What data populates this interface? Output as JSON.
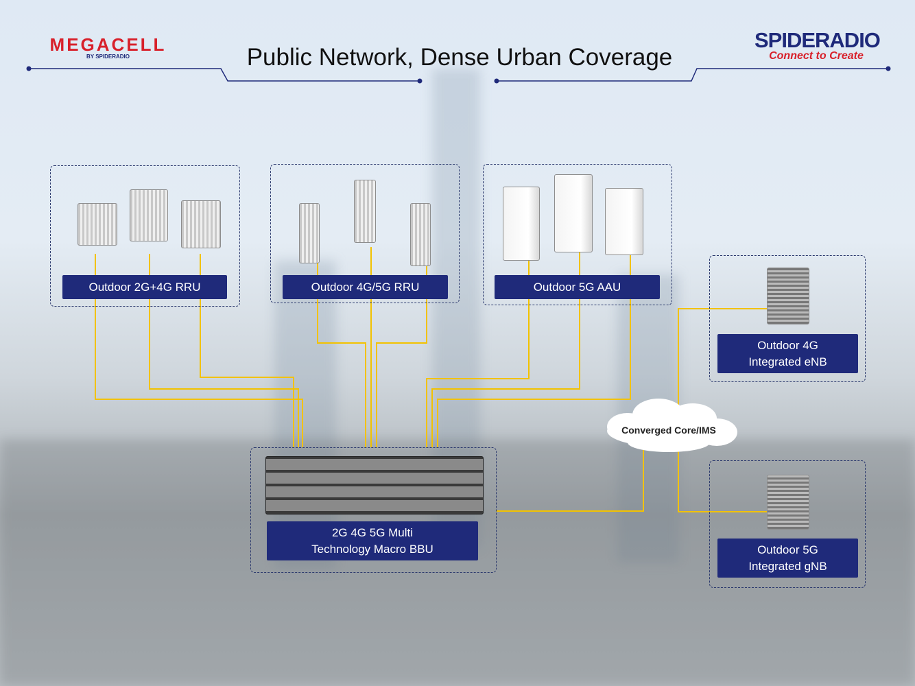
{
  "header": {
    "title": "Public Network, Dense Urban Coverage"
  },
  "logos": {
    "left": {
      "name": "MEGACELL",
      "sub": "BY SPIDERADIO"
    },
    "right": {
      "name": "SPIDERADIO",
      "tagline": "Connect to Create"
    }
  },
  "groups": {
    "rru_2g4g": "Outdoor 2G+4G RRU",
    "rru_4g5g": "Outdoor 4G/5G RRU",
    "aau_5g": "Outdoor 5G AAU",
    "enb_4g": "Outdoor 4G\nIntegrated eNB",
    "gnb_5g": "Outdoor 5G\nIntegrated gNB",
    "bbu": "2G 4G 5G Multi\nTechnology Macro BBU"
  },
  "cloud": "Converged Core/IMS",
  "colors": {
    "navy": "#1f2a7a",
    "link": "#f2c200",
    "brand_red": "#d8202a"
  }
}
